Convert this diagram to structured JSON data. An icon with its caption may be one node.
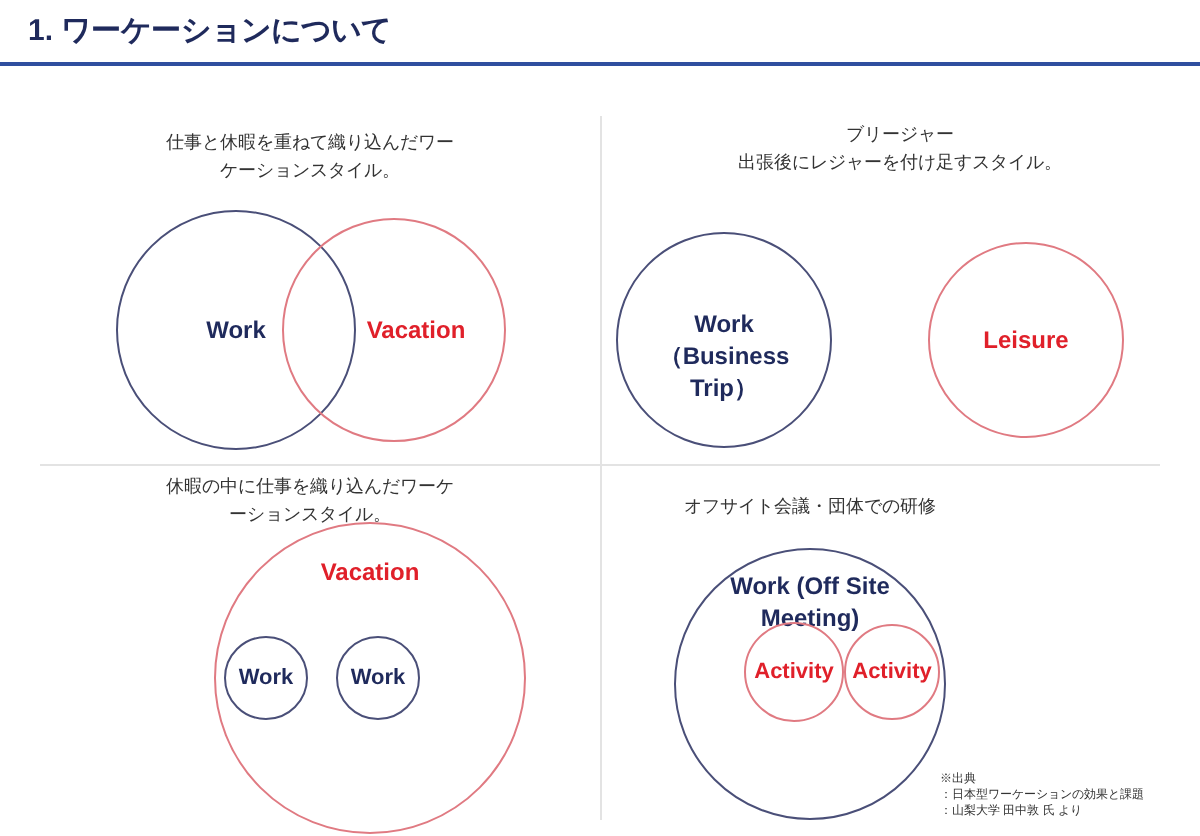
{
  "diagram": {
    "title": "1. ワーケーションについて",
    "nodes": [
      {
        "text": [
          "Work"
        ]
      },
      {
        "text": [
          "Vacation"
        ]
      },
      {
        "text": [
          "Work （Business Trip）"
        ]
      },
      {
        "text": [
          "Leisure"
        ]
      },
      {
        "text": [
          "Vacation"
        ]
      },
      {
        "text": [
          "Work"
        ],
        "in": 4
      },
      {
        "text": [
          "Work"
        ],
        "in": 4
      },
      {
        "text": [
          "Work (Off Site Meeting)"
        ]
      },
      {
        "text": [
          "Activity"
        ],
        "in": 7
      },
      {
        "text": [
          "Activity"
        ],
        "in": 7
      }
    ],
    "edges": [],
    "labels": [
      "仕事と休暇を重ねて織り込んだワーケーションスタイル。",
      "ブリージャー",
      "出張後にレジャーを付け足すスタイル。",
      "休暇の中に仕事を織り込んだワーケーションスタイル。",
      "オフサイト会議・団体での研修",
      "※出典",
      "：日本型ワーケーションの効果と課題",
      "：山梨大学 田中敦 氏 より"
    ]
  }
}
